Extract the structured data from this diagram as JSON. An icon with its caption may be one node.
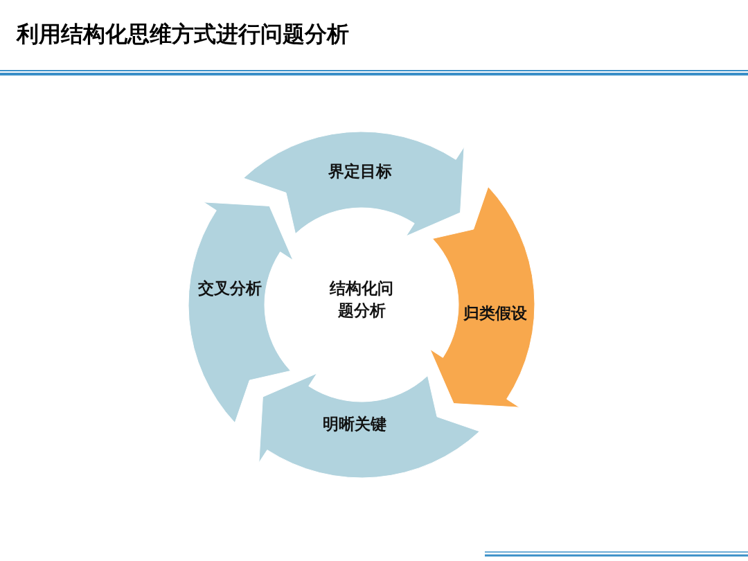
{
  "diagram": {
    "title": "利用结构化思维方式进行问题分析",
    "nodes": [
      {
        "text": [
          "结构化问题分析"
        ]
      },
      {
        "text": [
          "界定目标"
        ]
      },
      {
        "text": [
          "归类假设"
        ]
      },
      {
        "text": [
          "明晰关键"
        ]
      },
      {
        "text": [
          "交叉分析"
        ]
      }
    ]
  }
}
